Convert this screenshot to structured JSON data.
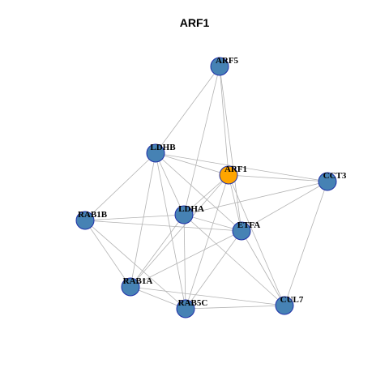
{
  "title": "ARF1",
  "colors": {
    "default_node": "#4682b4",
    "highlight_node": "#ffa500",
    "node_border": "#1f2fa8",
    "edge": "#b3b3b3"
  },
  "graph": {
    "nodes": [
      {
        "id": "ARF5",
        "label": "ARF5",
        "highlight": false
      },
      {
        "id": "LDHB",
        "label": "LDHB",
        "highlight": false
      },
      {
        "id": "ARF1",
        "label": "ARF1",
        "highlight": true
      },
      {
        "id": "CCT3",
        "label": "CCT3",
        "highlight": false
      },
      {
        "id": "RAB1B",
        "label": "RAB1B",
        "highlight": false
      },
      {
        "id": "LDHA",
        "label": "LDHA",
        "highlight": false
      },
      {
        "id": "ETFA",
        "label": "ETFA",
        "highlight": false
      },
      {
        "id": "RAB1A",
        "label": "RAB1A",
        "highlight": false
      },
      {
        "id": "RAB5C",
        "label": "RAB5C",
        "highlight": false
      },
      {
        "id": "CUL7",
        "label": "CUL7",
        "highlight": false
      }
    ],
    "edges": [
      [
        "ARF5",
        "LDHB"
      ],
      [
        "ARF5",
        "ARF1"
      ],
      [
        "ARF5",
        "ETFA"
      ],
      [
        "ARF5",
        "LDHA"
      ],
      [
        "LDHB",
        "ARF1"
      ],
      [
        "LDHB",
        "CCT3"
      ],
      [
        "LDHB",
        "RAB1B"
      ],
      [
        "LDHB",
        "LDHA"
      ],
      [
        "LDHB",
        "RAB1A"
      ],
      [
        "LDHB",
        "RAB5C"
      ],
      [
        "LDHB",
        "ETFA"
      ],
      [
        "ARF1",
        "CCT3"
      ],
      [
        "ARF1",
        "LDHA"
      ],
      [
        "ARF1",
        "ETFA"
      ],
      [
        "ARF1",
        "RAB1A"
      ],
      [
        "ARF1",
        "RAB5C"
      ],
      [
        "ARF1",
        "CUL7"
      ],
      [
        "CCT3",
        "LDHA"
      ],
      [
        "CCT3",
        "ETFA"
      ],
      [
        "CCT3",
        "CUL7"
      ],
      [
        "RAB1B",
        "LDHA"
      ],
      [
        "RAB1B",
        "ETFA"
      ],
      [
        "RAB1B",
        "RAB1A"
      ],
      [
        "RAB1B",
        "RAB5C"
      ],
      [
        "LDHA",
        "ETFA"
      ],
      [
        "LDHA",
        "RAB1A"
      ],
      [
        "LDHA",
        "RAB5C"
      ],
      [
        "LDHA",
        "CUL7"
      ],
      [
        "ETFA",
        "RAB1A"
      ],
      [
        "ETFA",
        "RAB5C"
      ],
      [
        "ETFA",
        "CUL7"
      ],
      [
        "RAB1A",
        "RAB5C"
      ],
      [
        "RAB1A",
        "CUL7"
      ],
      [
        "RAB5C",
        "CUL7"
      ]
    ]
  }
}
